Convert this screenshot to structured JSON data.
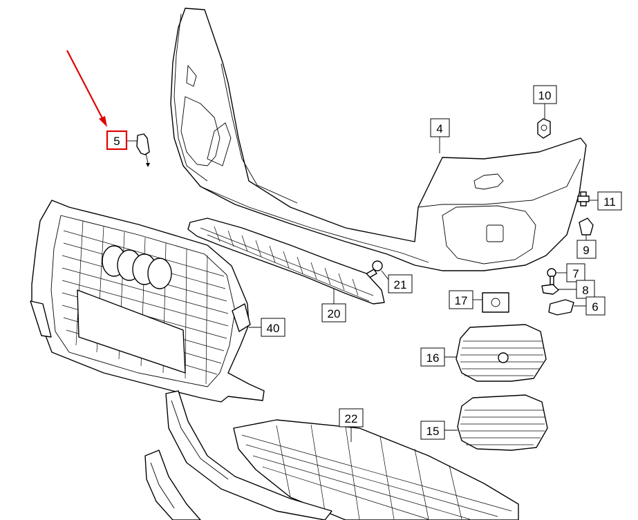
{
  "diagram": {
    "highlight_color": "#e00000",
    "highlighted_label": "5",
    "callouts": [
      {
        "id": "c5",
        "label": "5"
      },
      {
        "id": "c10",
        "label": "10"
      },
      {
        "id": "c4",
        "label": "4"
      },
      {
        "id": "c11",
        "label": "11"
      },
      {
        "id": "c9",
        "label": "9"
      },
      {
        "id": "c7",
        "label": "7"
      },
      {
        "id": "c8",
        "label": "8"
      },
      {
        "id": "c6",
        "label": "6"
      },
      {
        "id": "c17",
        "label": "17"
      },
      {
        "id": "c21",
        "label": "21"
      },
      {
        "id": "c20",
        "label": "20"
      },
      {
        "id": "c40",
        "label": "40"
      },
      {
        "id": "c16",
        "label": "16"
      },
      {
        "id": "c15",
        "label": "15"
      },
      {
        "id": "c22",
        "label": "22"
      }
    ]
  }
}
